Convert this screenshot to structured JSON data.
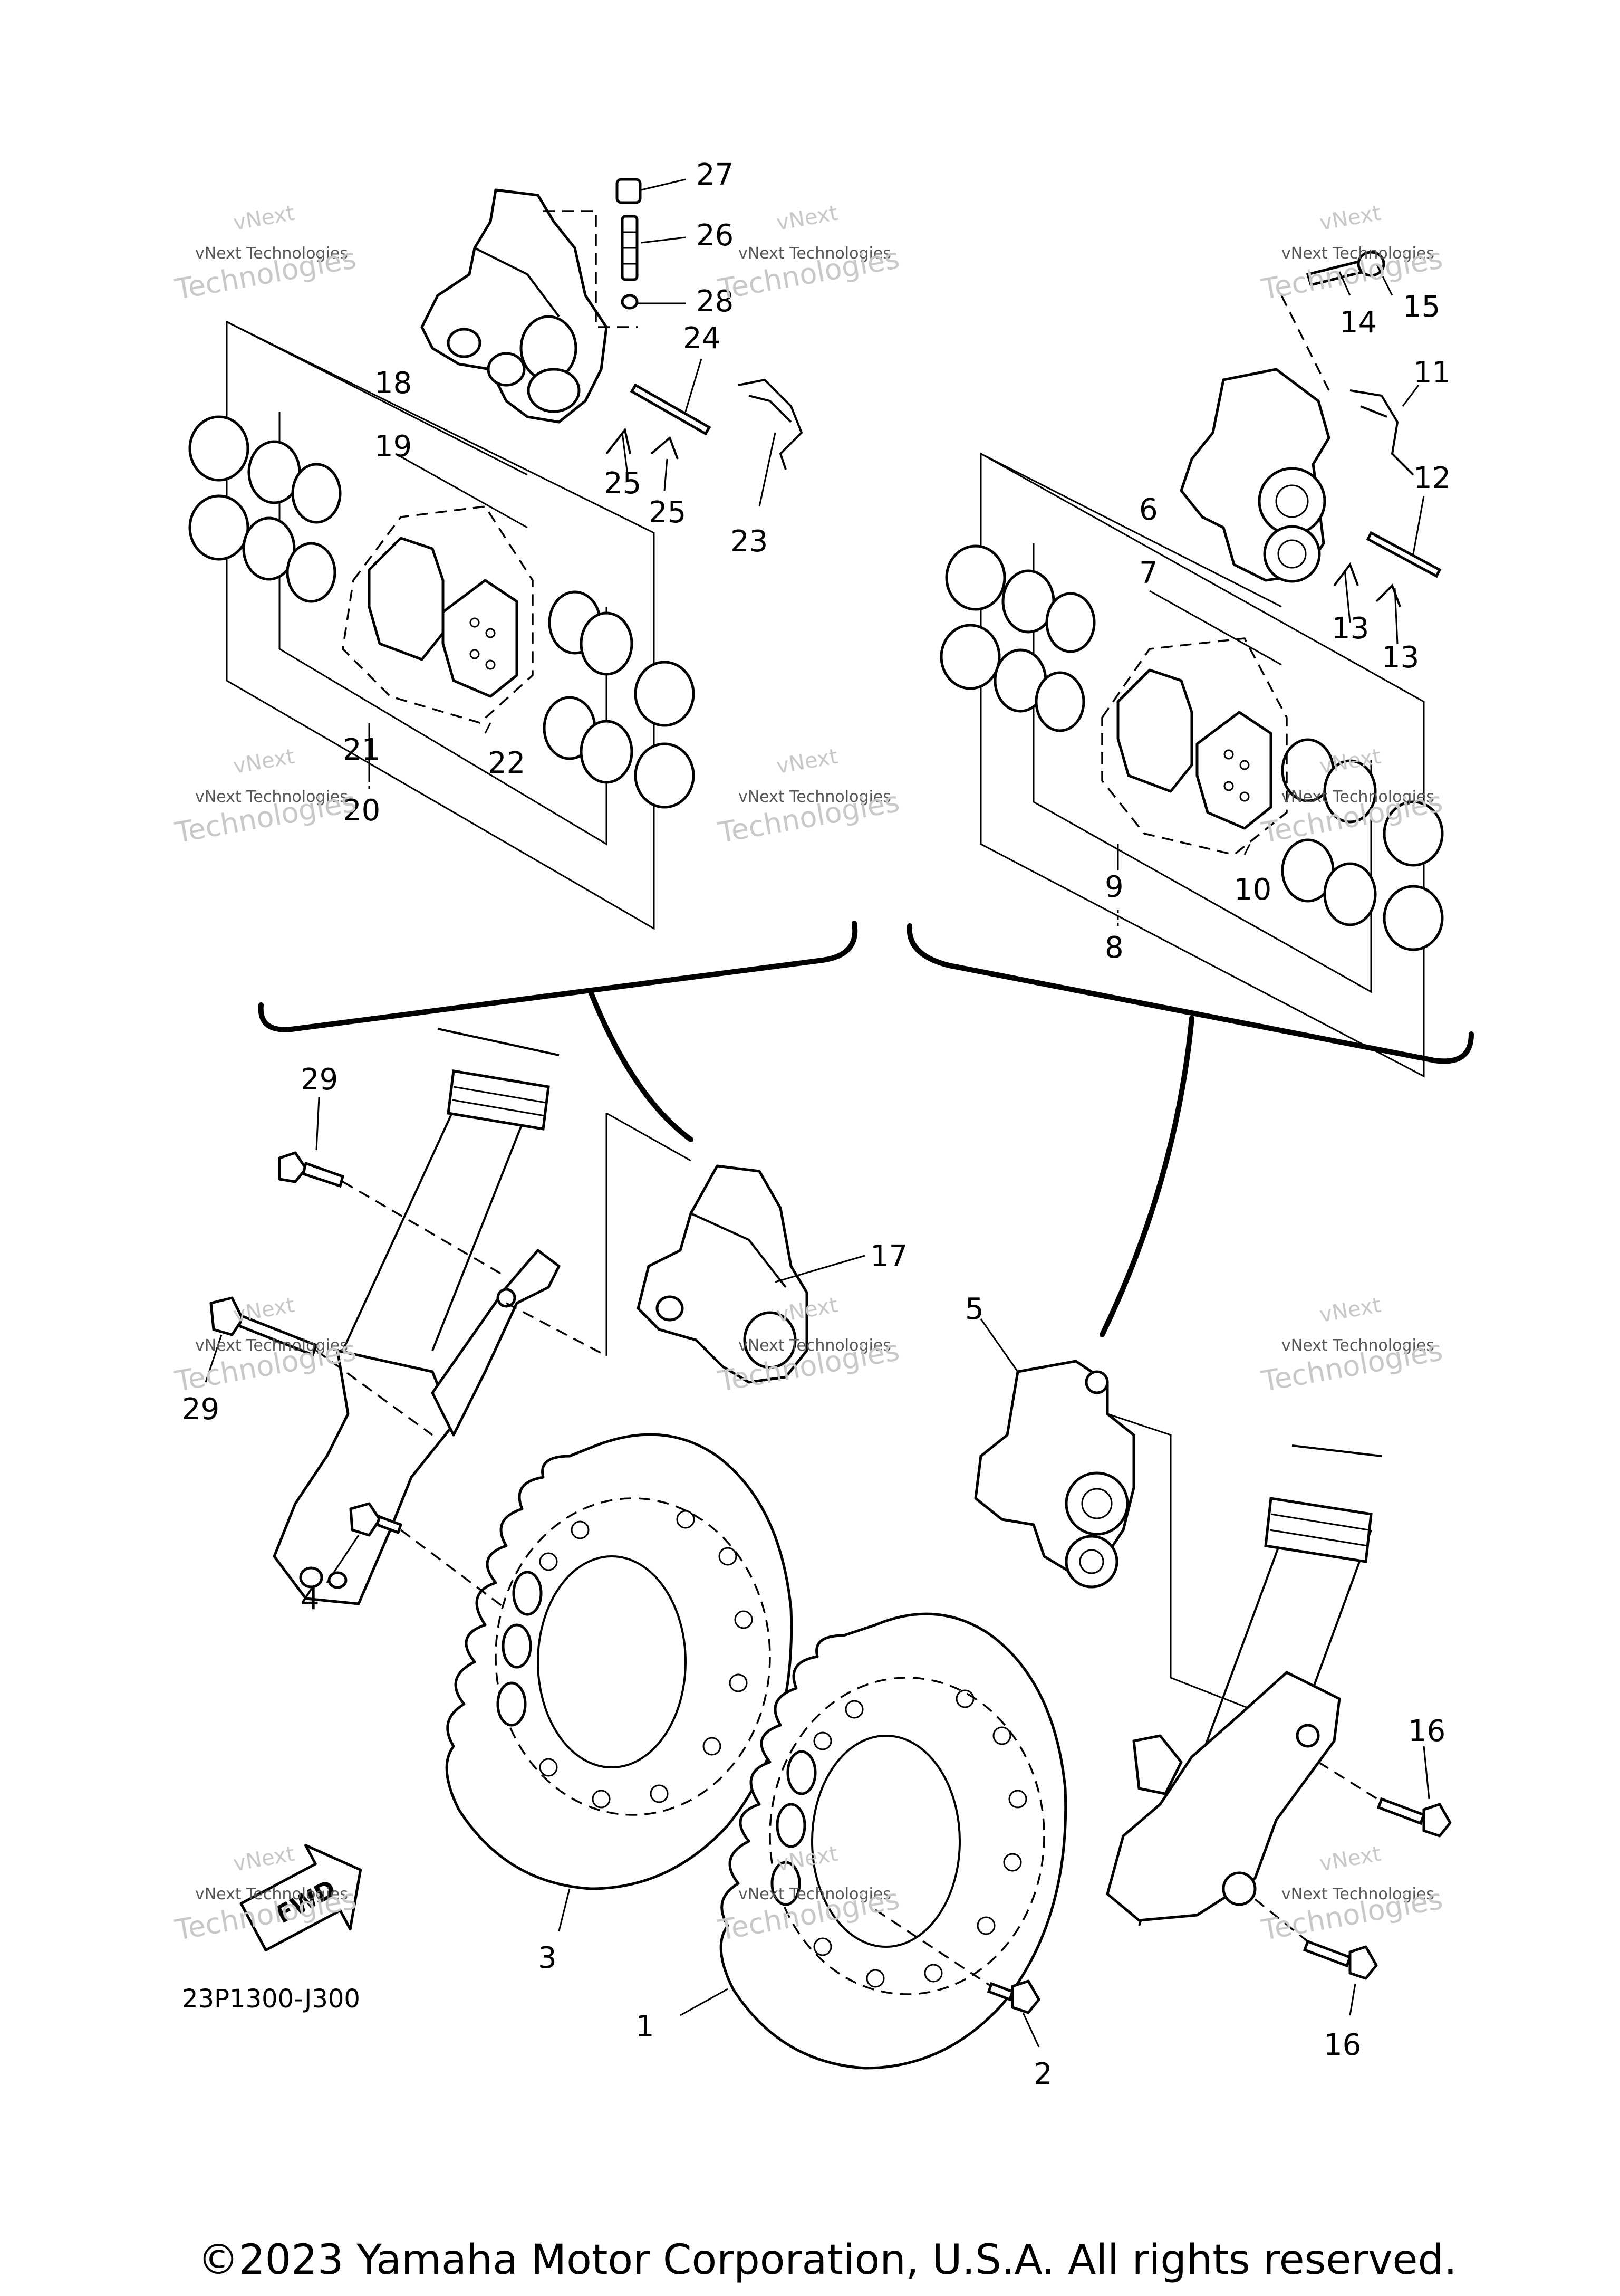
{
  "diagram_code": "23P1300-J300",
  "copyright": "©2023 Yamaha Motor Corporation, U.S.A. All rights reserved.",
  "fwd_label": "FWD",
  "watermark": {
    "line1": "vNext",
    "line2": "vNext Technologies",
    "line3": "Technologies"
  },
  "callouts": {
    "c1": "1",
    "c2": "2",
    "c3": "3",
    "c4": "4",
    "c5": "5",
    "c6": "6",
    "c7": "7",
    "c8": "8",
    "c9": "9",
    "c10": "10",
    "c11": "11",
    "c12": "12",
    "c13a": "13",
    "c13b": "13",
    "c14": "14",
    "c15": "15",
    "c16a": "16",
    "c16b": "16",
    "c17": "17",
    "c18": "18",
    "c19": "19",
    "c20": "20",
    "c21": "21",
    "c22": "22",
    "c23": "23",
    "c24": "24",
    "c25a": "25",
    "c25b": "25",
    "c26": "26",
    "c27": "27",
    "c28": "28",
    "c29a": "29",
    "c29b": "29"
  },
  "colors": {
    "line": "#000000",
    "watermark": "#c8c8c8",
    "background": "#ffffff"
  }
}
